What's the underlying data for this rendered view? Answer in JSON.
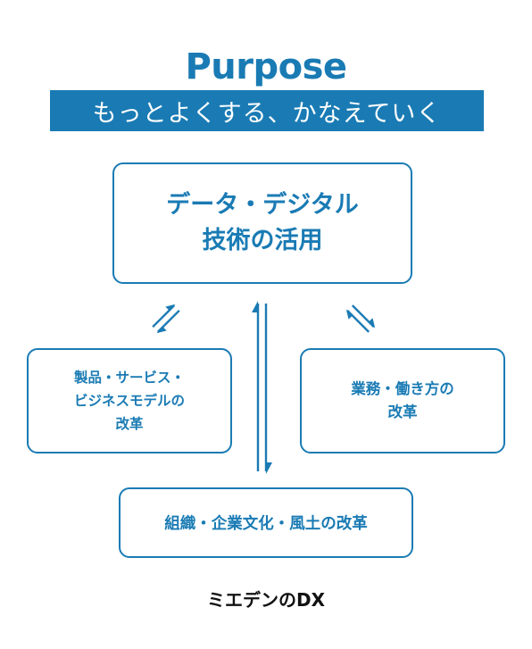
{
  "header": {
    "title": "Purpose",
    "tagline": "もっとよくする、かなえていく"
  },
  "boxes": {
    "top": {
      "line1": "データ・デジタル",
      "line2": "技術の活用"
    },
    "left": {
      "line1": "製品・サービス・",
      "line2": "ビジネスモデルの",
      "line3": "改革"
    },
    "right": {
      "line1": "業務・働き方の",
      "line2": "改革"
    },
    "bottom": {
      "line1": "組織・企業文化・風土の改革"
    }
  },
  "caption": "ミエデンのDX",
  "colors": {
    "accent": "#1a7bb4",
    "caption": "#111111",
    "background": "#ffffff"
  }
}
